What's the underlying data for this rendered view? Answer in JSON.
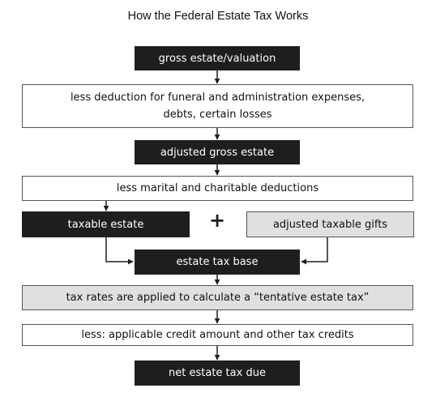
{
  "title": "How the Federal Estate Tax Works",
  "steps": {
    "gross_estate": "gross estate/valuation",
    "less_deduction": "less deduction for funeral and administration expenses,\ndebts, certain losses",
    "adjusted_gross_estate": "adjusted gross estate",
    "less_marital": "less marital and charitable deductions",
    "taxable_estate": "taxable estate",
    "plus": "+",
    "adjusted_taxable_gifts": "adjusted taxable gifts",
    "estate_tax_base": "estate tax base",
    "tax_rates": "tax rates are applied to calculate a “tentative estate tax”",
    "less_credit": "less: applicable credit amount and other tax credits",
    "net_estate_tax": "net estate tax due"
  },
  "colors": {
    "dark_box": "#1e1e1e",
    "gray_box": "#e0e0e0",
    "border": "#555555",
    "arrow": "#1e1e1e"
  }
}
